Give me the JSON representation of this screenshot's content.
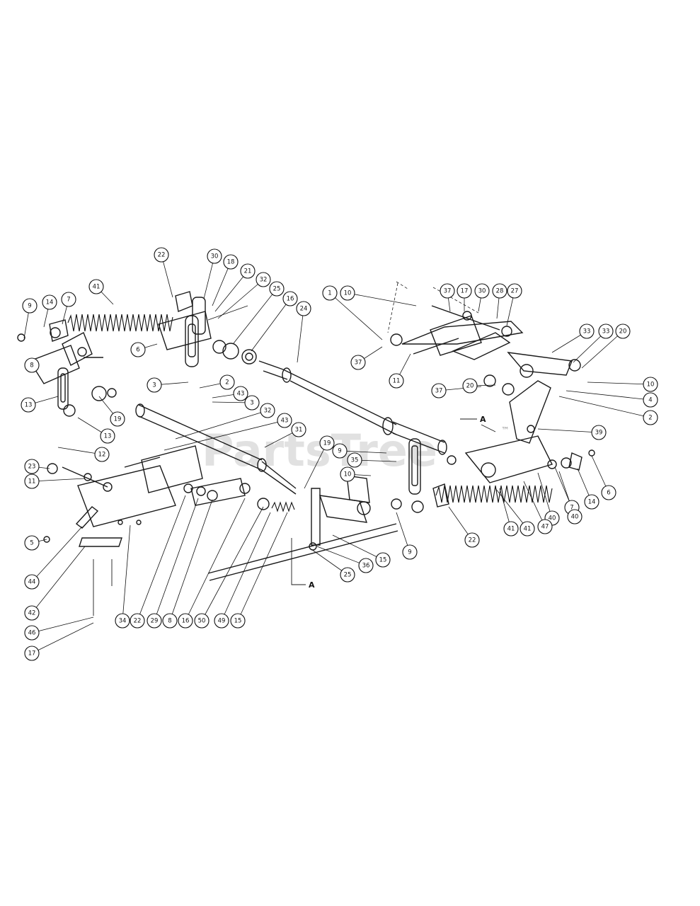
{
  "watermark": {
    "text": "PartsTree",
    "trademark": "™"
  },
  "section_marker": "A",
  "callouts": [
    "9",
    "14",
    "7",
    "41",
    "22",
    "30",
    "18",
    "21",
    "32",
    "25",
    "16",
    "24",
    "1",
    "10",
    "37",
    "17",
    "30",
    "28",
    "27",
    "33",
    "33",
    "20",
    "10",
    "4",
    "2",
    "8",
    "6",
    "3",
    "2",
    "43",
    "3",
    "32",
    "43",
    "31",
    "19",
    "13",
    "19",
    "13",
    "12",
    "23",
    "11",
    "5",
    "44",
    "42",
    "46",
    "17",
    "34",
    "22",
    "29",
    "8",
    "16",
    "50",
    "49",
    "15",
    "25",
    "36",
    "15",
    "9",
    "22",
    "41",
    "40",
    "7",
    "14",
    "6",
    "35",
    "9",
    "10",
    "20",
    "11",
    "37",
    "37",
    "39",
    "41",
    "47",
    "40"
  ]
}
